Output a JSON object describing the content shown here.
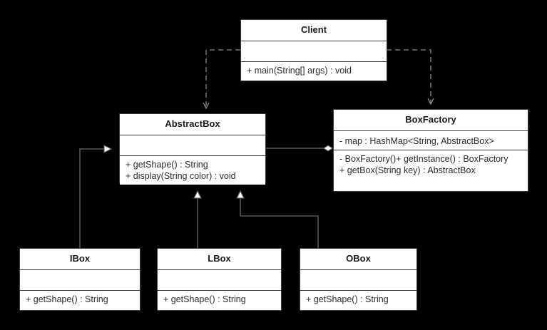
{
  "diagram": {
    "type": "uml-class-diagram",
    "background_color": "#000000",
    "box_fill_color": "#ffffff",
    "box_border_color": "#3a3a3a",
    "text_color": "#1a1a1a",
    "classes": [
      {
        "id": "client",
        "name": "Client",
        "attributes": [],
        "methods": [
          "+ main(String[] args) : void"
        ]
      },
      {
        "id": "abstractbox",
        "name": "AbstractBox",
        "attributes": [],
        "methods": [
          "+ getShape() : String",
          "+ display(String color) : void"
        ]
      },
      {
        "id": "boxfactory",
        "name": "BoxFactory",
        "attributes": [
          "- map : HashMap<String, AbstractBox>"
        ],
        "methods": [
          "- BoxFactory()+ getInstance() : BoxFactory",
          "+ getBox(String key) : AbstractBox"
        ]
      },
      {
        "id": "ibox",
        "name": "IBox",
        "attributes": [],
        "methods": [
          "+ getShape() : String"
        ]
      },
      {
        "id": "lbox",
        "name": "LBox",
        "attributes": [],
        "methods": [
          "+ getShape() : String"
        ]
      },
      {
        "id": "obox",
        "name": "OBox",
        "attributes": [],
        "methods": [
          "+ getShape() : String"
        ]
      }
    ],
    "relationships": [
      {
        "id": "dep-client-abstractbox",
        "kind": "dependency",
        "style": "dashed",
        "arrow": "open-arrow",
        "from": "client",
        "to": "abstractbox"
      },
      {
        "id": "dep-client-boxfactory",
        "kind": "dependency",
        "style": "dashed",
        "arrow": "open-arrow",
        "from": "client",
        "to": "boxfactory"
      },
      {
        "id": "agg-boxfactory-abstractbox",
        "kind": "aggregation",
        "style": "solid",
        "arrow": "hollow-diamond",
        "from": "boxfactory",
        "to": "abstractbox"
      },
      {
        "id": "gen-ibox-abstractbox",
        "kind": "generalization",
        "style": "solid",
        "arrow": "hollow-triangle",
        "from": "ibox",
        "to": "abstractbox"
      },
      {
        "id": "gen-lbox-abstractbox",
        "kind": "generalization",
        "style": "solid",
        "arrow": "hollow-triangle",
        "from": "lbox",
        "to": "abstractbox"
      },
      {
        "id": "gen-obox-abstractbox",
        "kind": "generalization",
        "style": "solid",
        "arrow": "hollow-triangle",
        "from": "obox",
        "to": "abstractbox"
      }
    ]
  }
}
